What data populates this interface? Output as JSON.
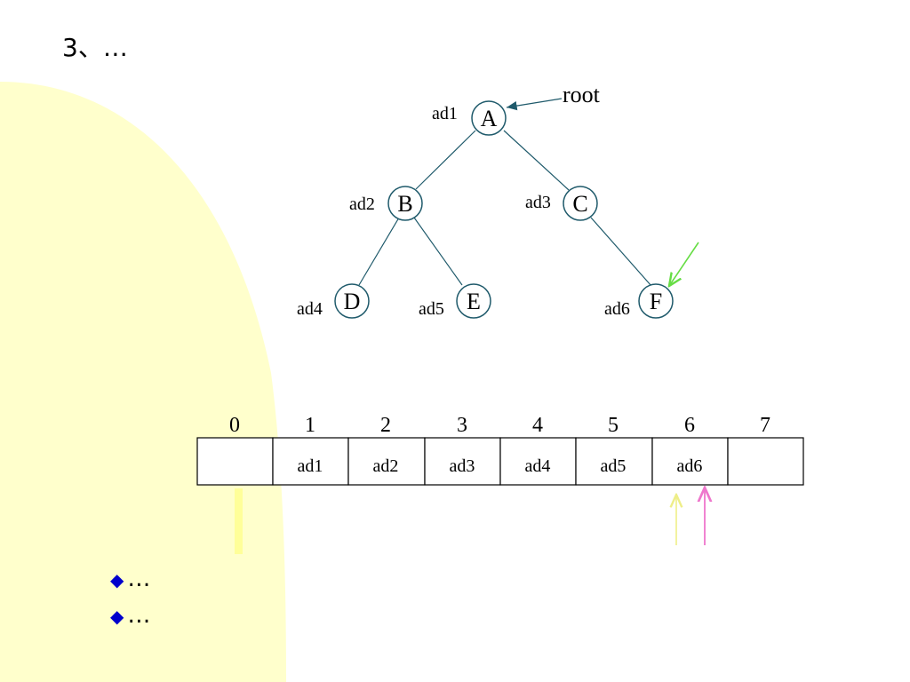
{
  "title": "3、…",
  "tree": {
    "root_label": "root",
    "nodes": [
      {
        "id": "A",
        "address": "ad1"
      },
      {
        "id": "B",
        "address": "ad2"
      },
      {
        "id": "C",
        "address": "ad3"
      },
      {
        "id": "D",
        "address": "ad4"
      },
      {
        "id": "E",
        "address": "ad5"
      },
      {
        "id": "F",
        "address": "ad6"
      }
    ],
    "edges": [
      [
        "A",
        "B"
      ],
      [
        "A",
        "C"
      ],
      [
        "B",
        "D"
      ],
      [
        "B",
        "E"
      ],
      [
        "C",
        "F"
      ]
    ]
  },
  "queue": {
    "indices": [
      "0",
      "1",
      "2",
      "3",
      "4",
      "5",
      "6",
      "7"
    ],
    "cells": [
      "",
      "ad1",
      "ad2",
      "ad3",
      "ad4",
      "ad5",
      "ad6",
      ""
    ]
  },
  "bullets": [
    "…",
    "…"
  ],
  "colors": {
    "left_blob": "#ffffcc",
    "node_stroke": "#1f5a6b",
    "green_arrow": "#66dd44",
    "pale_arrow": "#ffffaa",
    "pink_arrow": "#ee77cc",
    "bullet_diamond": "#0000cc"
  }
}
